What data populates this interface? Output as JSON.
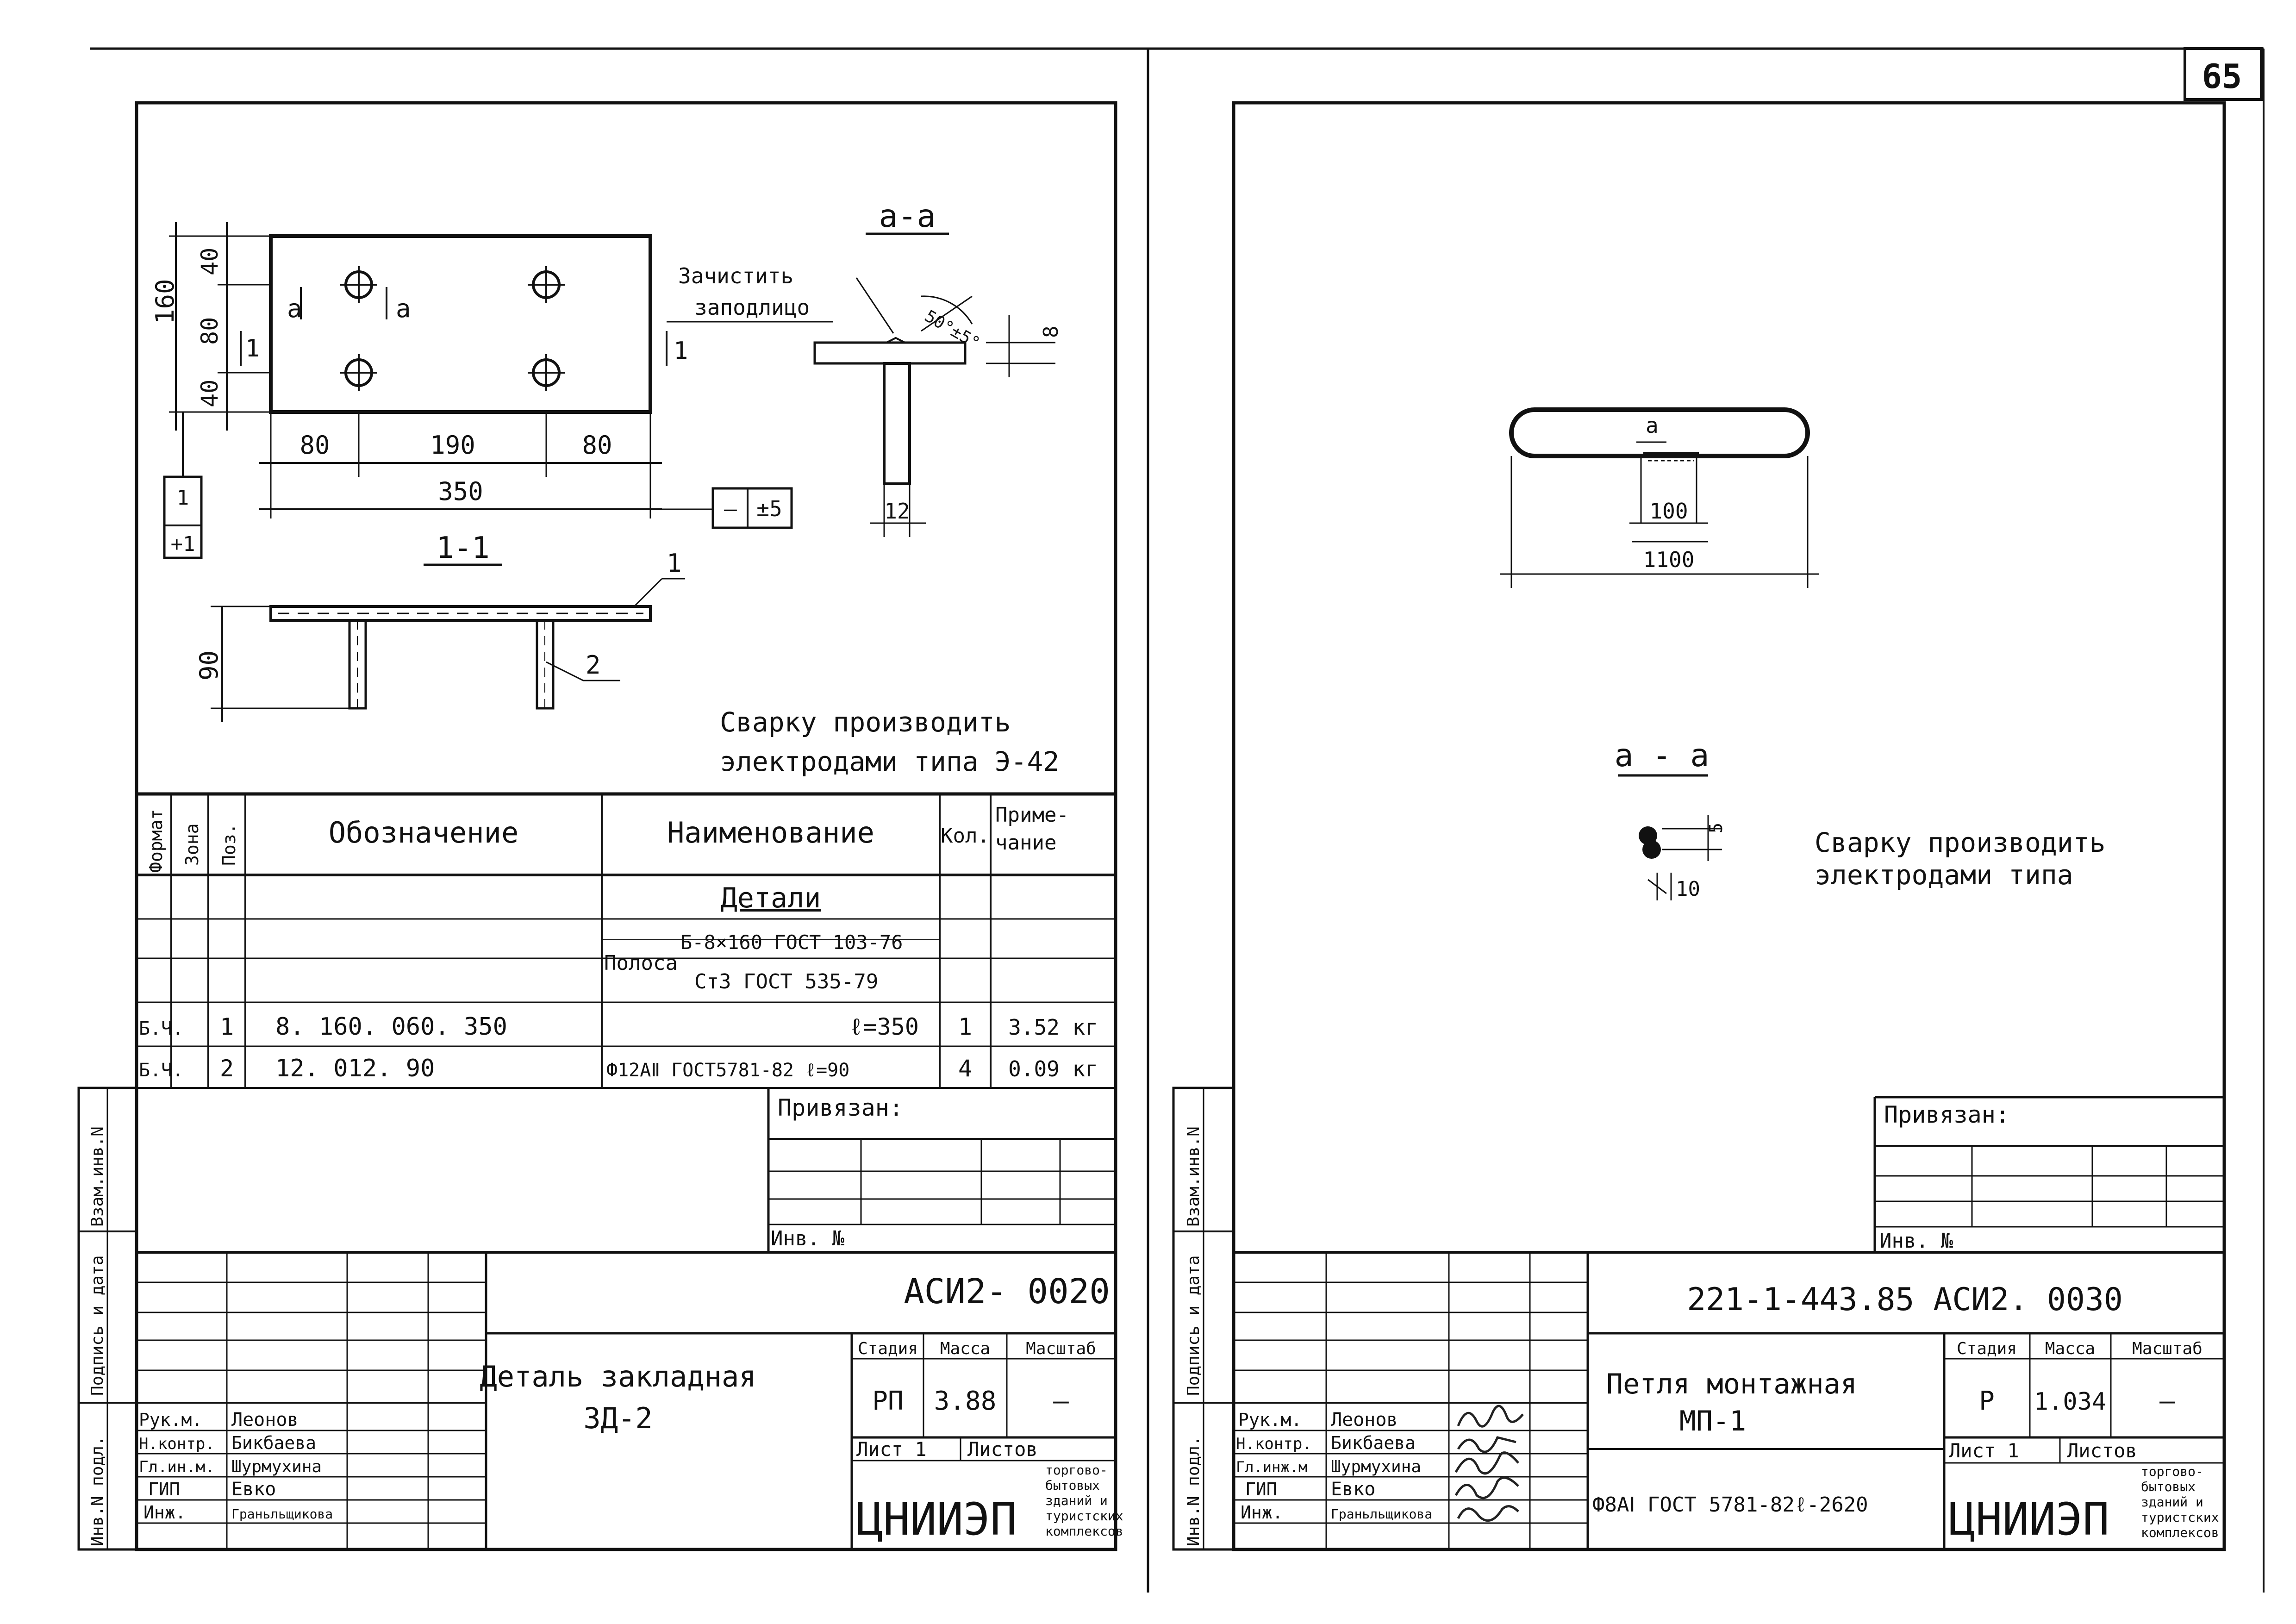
{
  "page_number": "65",
  "left_sheet": {
    "section_aa": "а-а",
    "section_11": "1-1",
    "dims": {
      "h160": "160",
      "h40a": "40",
      "h80": "80",
      "h40b": "40",
      "w80a": "80",
      "w190": "190",
      "w80b": "80",
      "w350": "350",
      "h90": "90",
      "h8": "8",
      "w12": "12",
      "angle": "50°±5°"
    },
    "marks": {
      "a_left": "а",
      "a_right": "а",
      "one_left": "1",
      "one_right": "1",
      "tol_plus1": "+1",
      "tol_minus": "—",
      "tol_pm5": "±5",
      "pos1": "1",
      "pos2": "2"
    },
    "note_clean": [
      "Зачистить",
      "заподлицо"
    ],
    "weld_note": [
      "Сварку производить",
      "электродами типа Э-42"
    ],
    "spec": {
      "headers": {
        "format": "Формат",
        "zone": "Зона",
        "pos": "Поз.",
        "designation": "Обозначение",
        "name": "Наименование",
        "qty": "Кол.",
        "note": "Приме-\nчание"
      },
      "section_title": "Детали",
      "material": {
        "label": "Полоса",
        "top": "Б-8×160 ГОСТ 103-76",
        "bottom": "Ст3 ГОСТ 535-79"
      },
      "rows": [
        {
          "format": "Б.Ч.",
          "pos": "1",
          "designation": "8. 160. 060. 350",
          "name": "ℓ=350",
          "qty": "1",
          "note": "3.52 кг"
        },
        {
          "format": "Б.Ч.",
          "pos": "2",
          "designation": "12. 012. 90",
          "name": "Ф12АⅡ ГОСТ5781-82 ℓ=90",
          "qty": "4",
          "note": "0.09 кг"
        }
      ]
    },
    "privyazan": "Привязан:",
    "inv_no": "Инв. №",
    "side_labels": [
      "Инв.N подл.",
      "Подпись и дата",
      "Взам.инв.N"
    ],
    "doc_code": "АСИ2- 0020",
    "title": [
      "Деталь закладная",
      "ЗД-2"
    ],
    "stage_hdr": [
      "Стадия",
      "Масса",
      "Масштаб"
    ],
    "stage_vals": [
      "РП",
      "3.88",
      "—"
    ],
    "sheet": "Лист 1",
    "sheets": "Листов",
    "org": "ЦНИИЭП",
    "org_sub": [
      "торгово-",
      "бытовых",
      "зданий и",
      "туристских",
      "комплексов"
    ],
    "roles": [
      {
        "role": "Рук.м.",
        "name": "Леонов"
      },
      {
        "role": "Н.контр.",
        "name": "Бикбаева"
      },
      {
        "role": "Гл.ин.м.",
        "name": "Шурмухина"
      },
      {
        "role": "ГИП",
        "name": "Евко"
      },
      {
        "role": "Инж.",
        "name": "Граньльщикова"
      }
    ]
  },
  "right_sheet": {
    "dims": {
      "a": "а",
      "w100": "100",
      "w1100": "1100",
      "w5": "5",
      "w10": "10"
    },
    "section_aa": "а - а",
    "weld_note": [
      "Сварку производить",
      "электродами типа"
    ],
    "privyazan": "Привязан:",
    "inv_no": "Инв. №",
    "side_labels": [
      "Инв.N подл.",
      "Подпись и дата",
      "Взам.инв.N"
    ],
    "doc_code": "221-1-443.85   АСИ2. 0030",
    "title": [
      "Петля монтажная",
      "МП-1"
    ],
    "material": "Ф8АⅠ ГОСТ 5781-82ℓ-2620",
    "stage_hdr": [
      "Стадия",
      "Масса",
      "Масштаб"
    ],
    "stage_vals": [
      "Р",
      "1.034",
      "—"
    ],
    "sheet": "Лист 1",
    "sheets": "Листов",
    "org": "ЦНИИЭП",
    "org_sub": [
      "торгово-",
      "бытовых",
      "зданий и",
      "туристских",
      "комплексов"
    ],
    "roles": [
      {
        "role": "Рук.м.",
        "name": "Леонов"
      },
      {
        "role": "Н.контр.",
        "name": "Бикбаева"
      },
      {
        "role": "Гл.инж.м",
        "name": "Шурмухина"
      },
      {
        "role": "ГИП",
        "name": "Евко"
      },
      {
        "role": "Инж.",
        "name": "Граньльщикова"
      }
    ]
  }
}
